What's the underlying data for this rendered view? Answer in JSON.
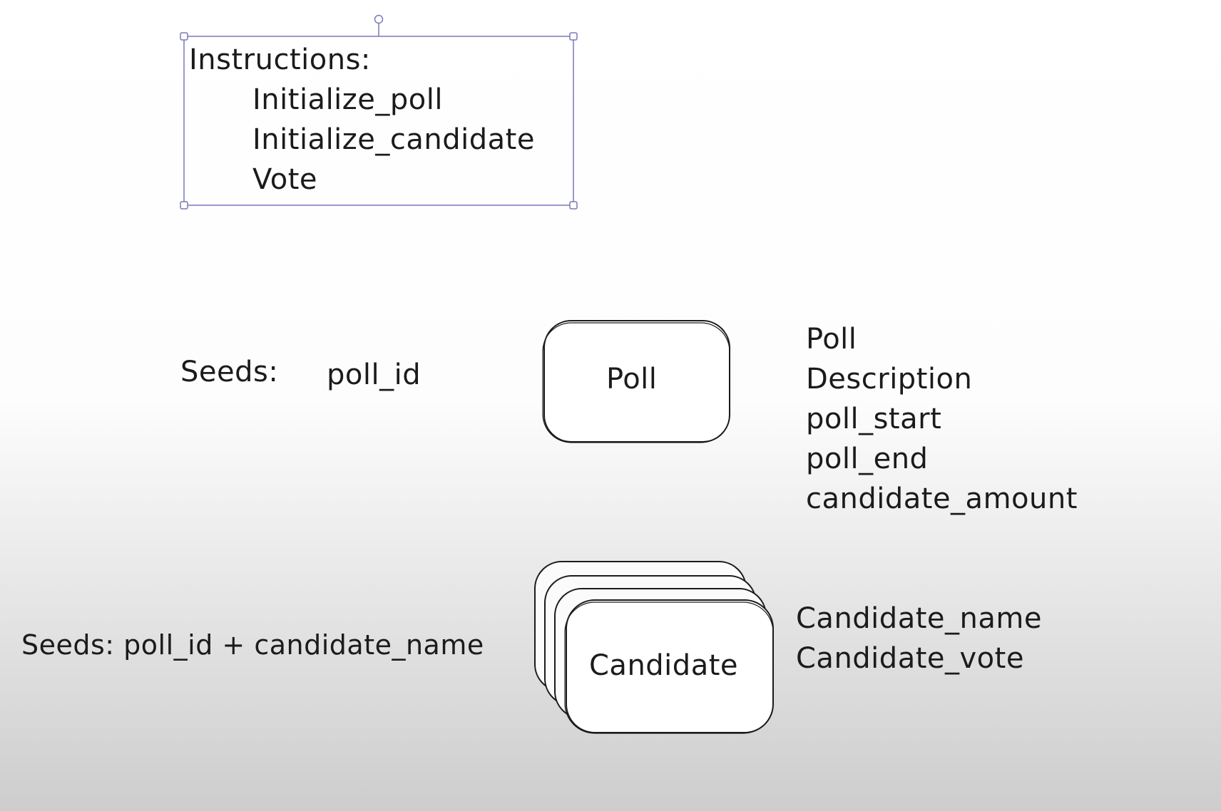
{
  "instructions": {
    "heading": "Instructions:",
    "items": [
      "Initialize_poll",
      "Initialize_candidate",
      "Vote"
    ]
  },
  "poll_row": {
    "seeds_label": "Seeds:",
    "seeds_value": "poll_id",
    "node_label": "Poll",
    "fields": [
      "Poll",
      "Description",
      "poll_start",
      "poll_end",
      "candidate_amount"
    ]
  },
  "candidate_row": {
    "seeds_text": "Seeds: poll_id + candidate_name",
    "node_label": "Candidate",
    "fields": [
      "Candidate_name",
      "Candidate_vote"
    ]
  },
  "colors": {
    "selection": "#7b78b8",
    "ink": "#1b1b1b"
  }
}
